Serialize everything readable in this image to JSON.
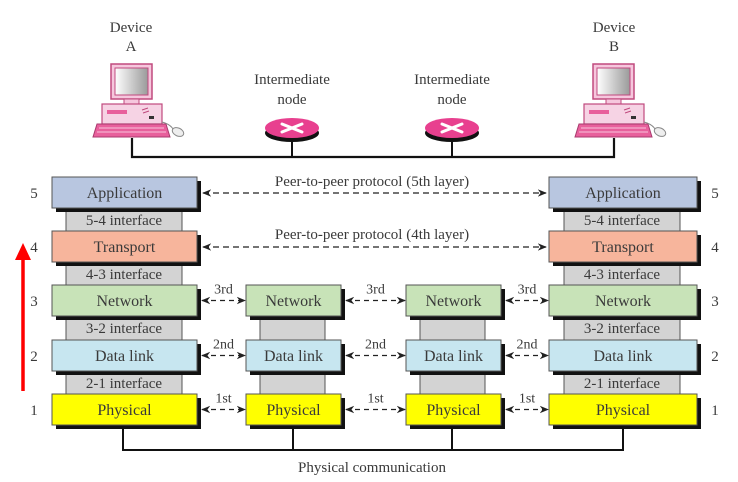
{
  "devices": {
    "a": {
      "line1": "Device",
      "line2": "A"
    },
    "b": {
      "line1": "Device",
      "line2": "B"
    }
  },
  "intermediate_nodes": [
    {
      "line1": "Intermediate",
      "line2": "node"
    },
    {
      "line1": "Intermediate",
      "line2": "node"
    }
  ],
  "peer_protocols": {
    "layer5": "Peer-to-peer protocol (5th layer)",
    "layer4": "Peer-to-peer protocol (4th layer)"
  },
  "hop_labels": {
    "layer3": "3rd",
    "layer2": "2nd",
    "layer1": "1st"
  },
  "layers": [
    {
      "number": "5",
      "name": "Application",
      "color": "#b8c6e0"
    },
    {
      "number": "4",
      "name": "Transport",
      "color": "#f7b59c"
    },
    {
      "number": "3",
      "name": "Network",
      "color": "#c8e3b8"
    },
    {
      "number": "2",
      "name": "Data link",
      "color": "#c7e6f0"
    },
    {
      "number": "1",
      "name": "Physical",
      "color": "#ffff00"
    }
  ],
  "interfaces": [
    "5-4 interface",
    "4-3 interface",
    "3-2 interface",
    "2-1 interface"
  ],
  "bottom_label": "Physical communication",
  "colors": {
    "device": "#e8609c",
    "device_light": "#f6c7dd",
    "router": "#e8408f",
    "interface": "#d3d3d3",
    "arrow": "#ff0000"
  }
}
